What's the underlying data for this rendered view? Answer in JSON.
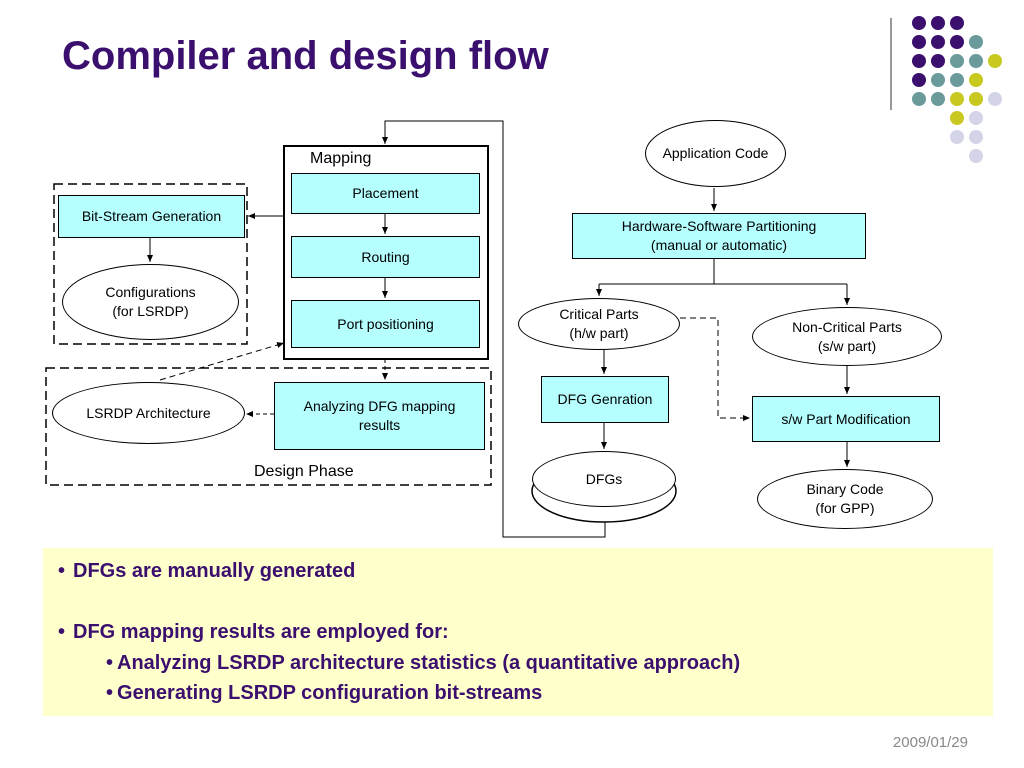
{
  "title": "Compiler and design flow",
  "colors": {
    "title": "#3b0f6e",
    "box_fill": "#b5ffff",
    "note_fill": "#ffffcc",
    "dot_purple": "#3b0f6e",
    "dot_teal": "#6b9a9a",
    "dot_yellow": "#c8c820",
    "dot_lavender": "#d4d4e8"
  },
  "diagram": {
    "mapping_label": "Mapping",
    "placement": "Placement",
    "routing": "Routing",
    "port_positioning": "Port positioning",
    "bitstream": "Bit-Stream Generation",
    "configurations": "Configurations\n(for LSRDP)",
    "lsrdp_arch": "LSRDP Architecture",
    "analyzing": "Analyzing DFG mapping\nresults",
    "design_phase": "Design Phase",
    "app_code": "Application Code",
    "hw_sw": "Hardware-Software Partitioning\n(manual or automatic)",
    "critical": "Critical Parts\n(h/w part)",
    "noncritical": "Non-Critical Parts\n(s/w part)",
    "dfg_gen": "DFG Genration",
    "dfgs": "DFGs",
    "sw_mod": "s/w Part Modification",
    "binary": "Binary Code\n(for GPP)"
  },
  "bullets": [
    "DFGs are manually generated",
    "DFG mapping results are employed for:",
    "Analyzing LSRDP architecture statistics (a quantitative approach)",
    "Generating LSRDP configuration bit-streams"
  ],
  "date": "2009/01/29"
}
